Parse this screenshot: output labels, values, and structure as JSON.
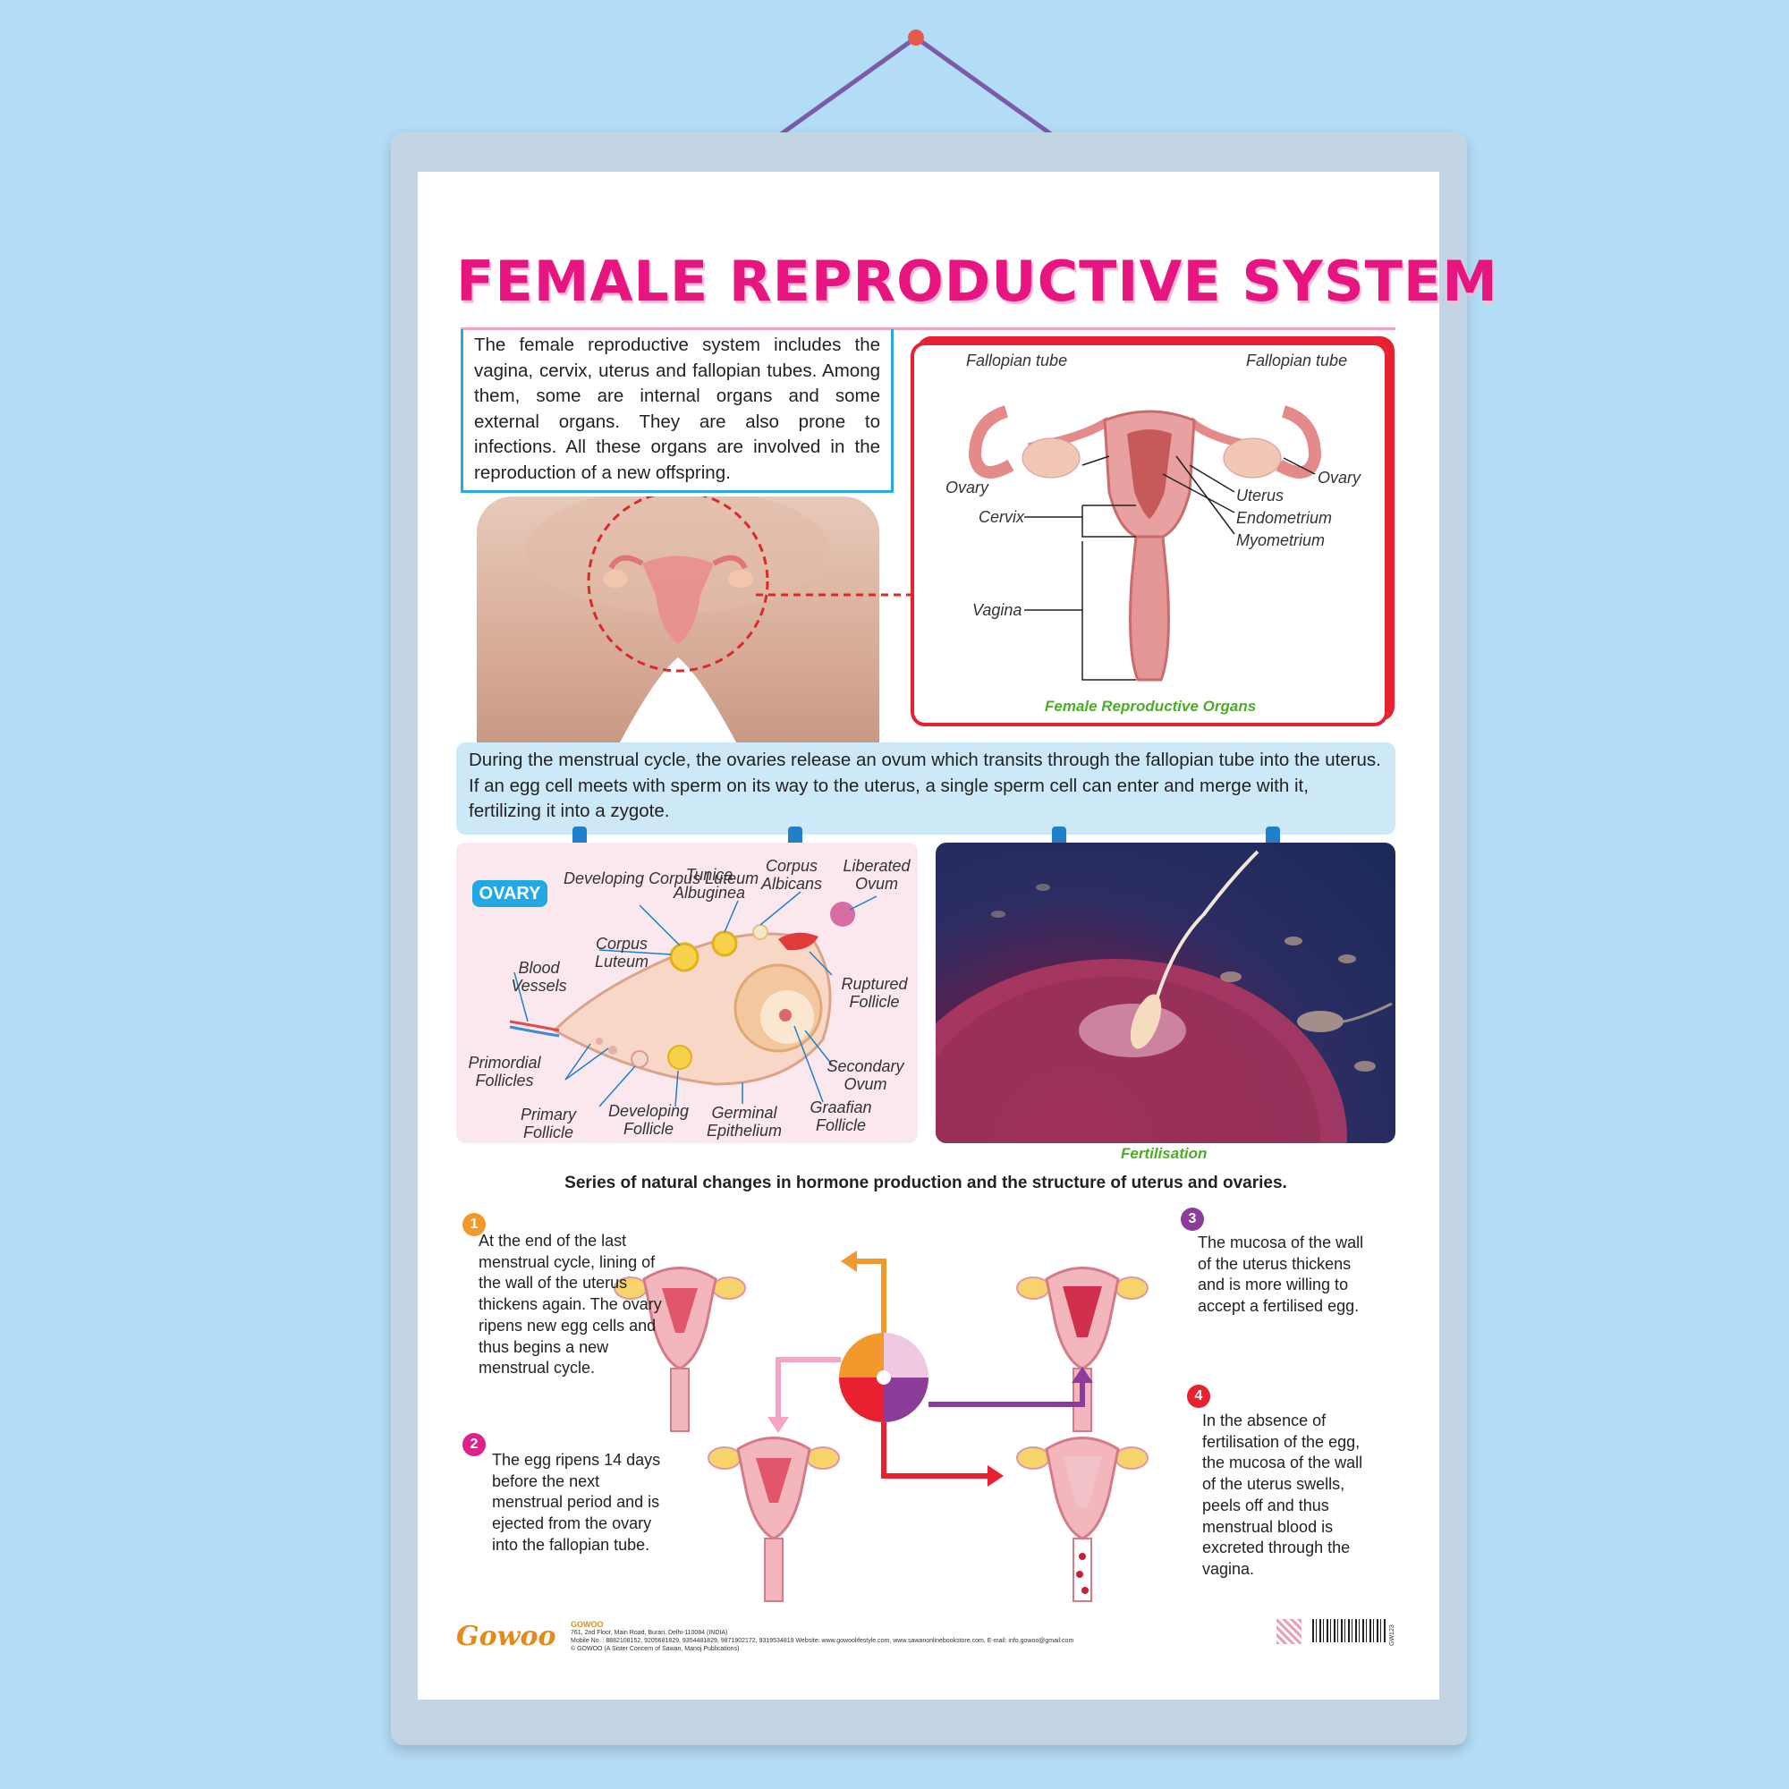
{
  "title": "FEMALE REPRODUCTIVE SYSTEM",
  "intro": "The female reproductive system includes the vagina, cervix, uterus and fallopian tubes. Among them, some are internal organs and some external organs. They are also prone to infections. All these organs are involved in the reproduction of a new offspring.",
  "organs": {
    "fallopian_left": "Fallopian tube",
    "fallopian_right": "Fallopian tube",
    "ovary_left": "Ovary",
    "ovary_right": "Ovary",
    "cervix": "Cervix",
    "uterus": "Uterus",
    "endometrium": "Endometrium",
    "myometrium": "Myometrium",
    "vagina": "Vagina",
    "caption": "Female Reproductive Organs"
  },
  "menstrual_text": "During the menstrual cycle, the ovaries release an ovum which transits through the fallopian tube into the uterus. If an egg cell meets with sperm on its way to the uterus, a single sperm cell can enter and merge with it, fertilizing it into a zygote.",
  "ovary": {
    "badge": "OVARY",
    "developing_corpus_luteum": "Developing Corpus Luteum",
    "tunica_albuginea": "Tunica Albuginea",
    "corpus_albicans": "Corpus Albicans",
    "liberated_ovum": "Liberated Ovum",
    "corpus_luteum": "Corpus Luteum",
    "blood_vessels": "Blood Vessels",
    "ruptured_follicle": "Ruptured Follicle",
    "primordial_follicles": "Primordial Follicles",
    "secondary_ovum": "Secondary Ovum",
    "primary_follicle": "Primary Follicle",
    "developing_follicle": "Developing Follicle",
    "germinal_epithelium": "Germinal Epithelium",
    "graafian_follicle": "Graafian Follicle"
  },
  "fertilisation_caption": "Fertilisation",
  "series_heading": "Series of natural changes in hormone production and the structure of uterus and ovaries.",
  "steps": [
    {
      "num": "1",
      "text": "At the end of the last menstrual cycle, lining of the wall of the uterus thickens again. The ovary ripens new egg cells and thus begins a new menstrual cycle.",
      "color": "#f2992e"
    },
    {
      "num": "2",
      "text": "The egg ripens 14 days before the next menstrual period and is ejected from the ovary into the fallopian tube.",
      "color": "#e0218a"
    },
    {
      "num": "3",
      "text": "The mucosa of the wall of the uterus thickens and is more willing to accept a fertilised egg.",
      "color": "#8c3d9a"
    },
    {
      "num": "4",
      "text": "In the absence of fertilisation of the egg, the mucosa of the wall of the uterus swells, peels off and thus menstrual blood is excreted through the vagina.",
      "color": "#e8202f"
    }
  ],
  "footer": {
    "brand": "Gowoo",
    "company": "GOWOO",
    "address": "761, 2nd Floor, Main Road, Burari, Delhi-110084 (INDIA)",
    "contact": "Mobile No. : 8882108152, 9205681829, 9354481829, 9871902172, 9319534819 Website: www.gowoolifestyle.com, www.sawanonlinebookstore.com, E-mail: info.gowoo@gmail.com",
    "sister": "© GOWOO (A Sister Concern of Sawan, Manoj Publications)",
    "code": "GW123"
  }
}
